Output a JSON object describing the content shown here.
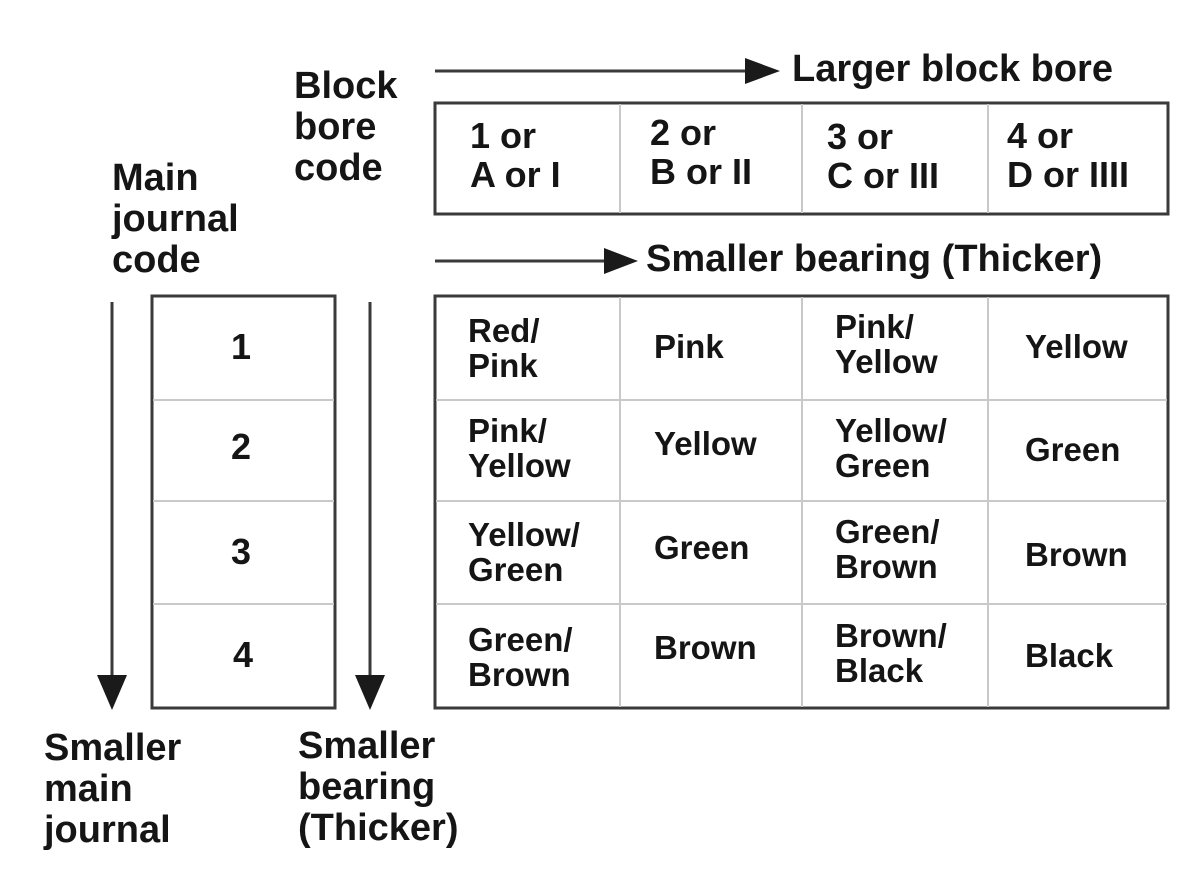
{
  "labels": {
    "block_bore_code": "Block\nbore\ncode",
    "main_journal_code": "Main\njournal\ncode",
    "larger_block_bore": "Larger block bore",
    "smaller_bearing_top": "Smaller bearing (Thicker)",
    "smaller_main_journal": "Smaller\nmain\njournal",
    "smaller_bearing_bottom": "Smaller\nbearing\n(Thicker)"
  },
  "bore_codes": [
    "1 or\nA or I",
    "2 or\nB or II",
    "3 or\nC or III",
    "4 or\nD or IIII"
  ],
  "journal_codes": [
    "1",
    "2",
    "3",
    "4"
  ],
  "bearing_colors": [
    [
      "Red/\nPink",
      "Pink",
      "Pink/\nYellow",
      "Yellow"
    ],
    [
      "Pink/\nYellow",
      "Yellow",
      "Yellow/\nGreen",
      "Green"
    ],
    [
      "Yellow/\nGreen",
      "Green",
      "Green/\nBrown",
      "Brown"
    ],
    [
      "Green/\nBrown",
      "Brown",
      "Brown/\nBlack",
      "Black"
    ]
  ]
}
